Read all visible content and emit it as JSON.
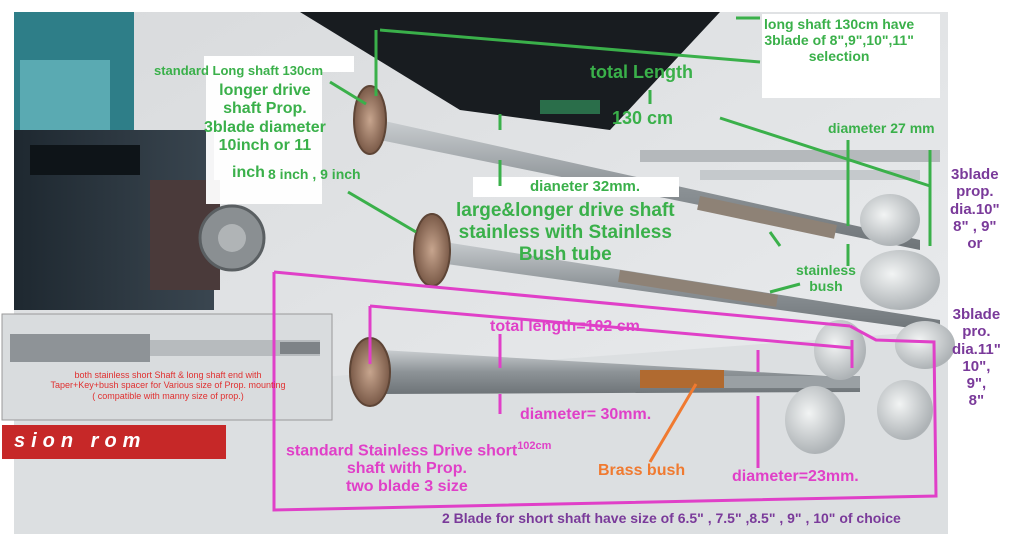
{
  "colors": {
    "green": "#3ab04a",
    "pink": "#e040c8",
    "purple": "#7a3a9a",
    "orange": "#f07a30",
    "shaft_steel": "#9aa0a4",
    "brass": "#b06a30"
  },
  "labels": {
    "long_shaft_choice": [
      "long shaft 130cm have",
      "3blade of 8\",9\",10\",11\"",
      "selection"
    ],
    "standard_long_shaft": "standard Long shaft 130cm",
    "longer_drive_prop": [
      "longer drive",
      "shaft  Prop.",
      "3blade  diameter",
      "10inch   or 11"
    ],
    "inch_options_a": "inch",
    "inch_options_b": "8 inch , 9 inch",
    "total_length": "total Length",
    "total_length_value": "130 cm",
    "diameter_27": "diameter 27 mm",
    "diameter_32": "dianeter 32mm.",
    "large_longer_shaft": [
      "large&longer drive shaft",
      "stainless  with Stainless",
      "Bush tube"
    ],
    "stainless_bush": [
      "stainless",
      "bush"
    ],
    "prop_3blade_a": [
      "3blade",
      "prop.",
      "dia.10\"",
      "8\" , 9\"",
      "or"
    ],
    "prop_3blade_b": [
      "3blade",
      "pro.",
      "dia.11\"",
      "10\",",
      "9\",",
      "8\""
    ],
    "total_length_102": "total length=102 cm.",
    "diameter_30": "diameter= 30mm.",
    "brass_bush": "Brass bush",
    "diameter_23": "diameter=23mm.",
    "standard_short": "standard Stainless Drive short",
    "standard_short_sup": "102cm",
    "short_prop": [
      "shaft with Prop.",
      "two blade 3 size"
    ],
    "blade_sizes_footer": "2 Blade for short shaft have size of 6.5\" , 7.5\" ,8.5\" , 9\" , 10\" of choice",
    "inset_caption": [
      "both stainless short Shaft & long shaft  end with",
      "Taper+Key+bush spacer for Various size of Prop. mounting",
      "( compatible with manny size of prop.)"
    ],
    "sign_text": "sion  rom"
  }
}
